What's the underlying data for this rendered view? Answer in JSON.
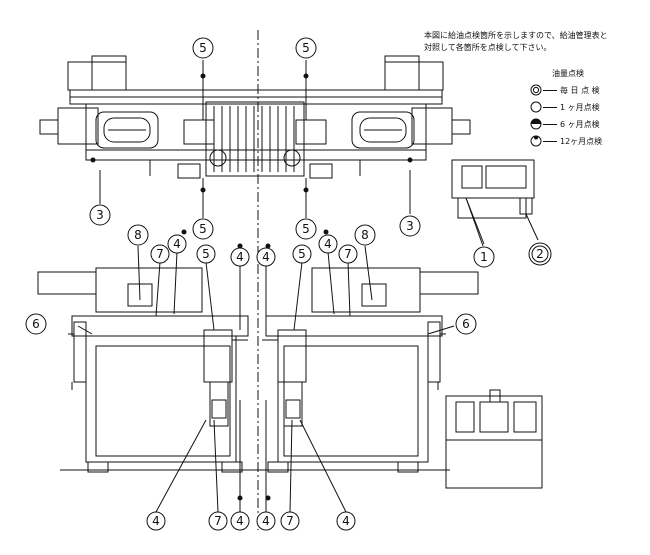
{
  "note": {
    "line1": "本図に給油点検箇所を示しますので、給油管理表と",
    "line2": "対照して各箇所を点検して下さい。"
  },
  "legend": {
    "title": "油量点検",
    "items": [
      {
        "label": "毎 日 点 検",
        "icon": "double-circle-icon"
      },
      {
        "label": "1 ヶ月点検",
        "icon": "open-circle-icon"
      },
      {
        "label": "6 ヶ月点検",
        "icon": "half-filled-circle-icon"
      },
      {
        "label": "12ヶ月点検",
        "icon": "filled-dot-circle-icon"
      }
    ]
  },
  "callouts": {
    "c1": "1",
    "c2": "2",
    "c3": "3",
    "c4": "4",
    "c5": "5",
    "c6": "6",
    "c7": "7",
    "c8": "8"
  },
  "colors": {
    "line": "#111111",
    "background": "#ffffff"
  }
}
